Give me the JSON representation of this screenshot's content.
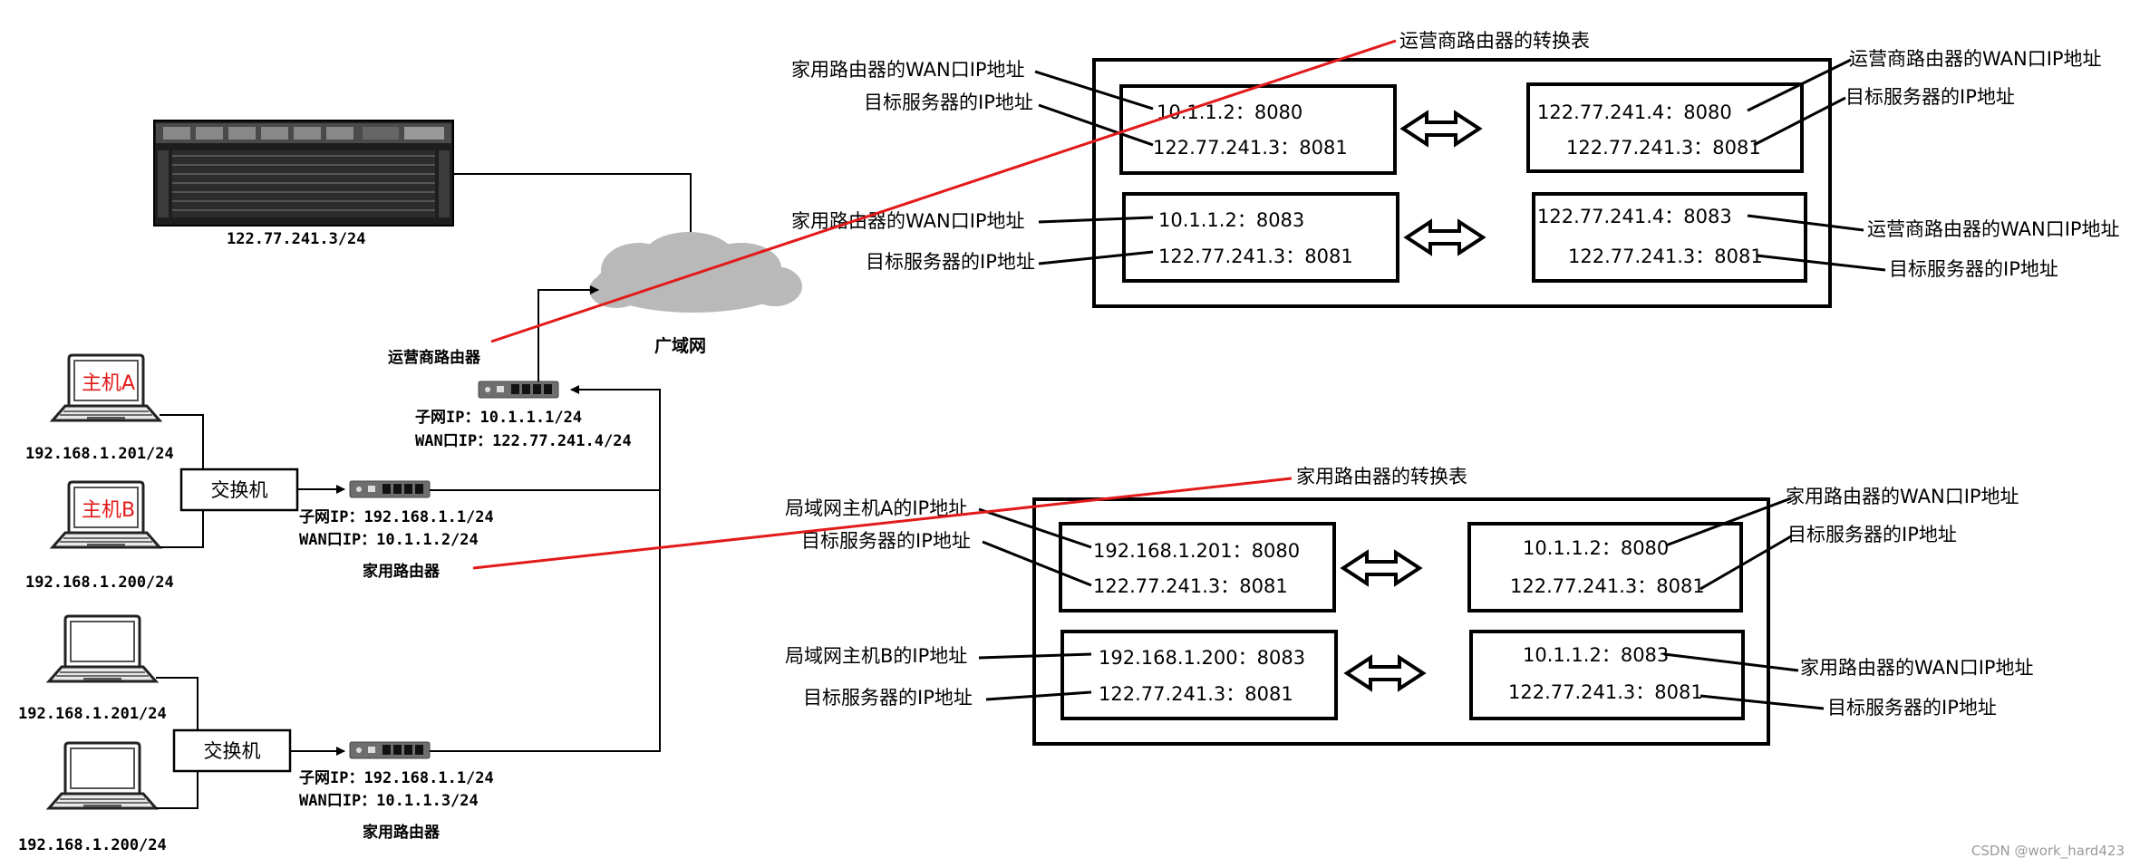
{
  "colors": {
    "accent_line": "#e21a1a",
    "host_label": "#e21a1a",
    "cloud": "#b9b9b9",
    "device": "#6e6e6e"
  },
  "server": {
    "ip": "122.77.241.3/24"
  },
  "wan": {
    "label": "广域网"
  },
  "isp_router": {
    "label": "运营商路由器",
    "subnet_ip": "子网IP：10.1.1.1/24",
    "wan_ip": "WAN口IP：122.77.241.4/24"
  },
  "home_router_1": {
    "label": "家用路由器",
    "subnet_ip": "子网IP：192.168.1.1/24",
    "wan_ip": "WAN口IP：10.1.1.2/24"
  },
  "home_router_2": {
    "label": "家用路由器",
    "subnet_ip": "子网IP：192.168.1.1/24",
    "wan_ip": "WAN口IP：10.1.1.3/24"
  },
  "switch_1": {
    "label": "交换机"
  },
  "switch_2": {
    "label": "交换机"
  },
  "hosts": [
    {
      "name": "主机A",
      "ip": "192.168.1.201/24"
    },
    {
      "name": "主机B",
      "ip": "192.168.1.200/24"
    },
    {
      "name": "",
      "ip": "192.168.1.201/24"
    },
    {
      "name": "",
      "ip": "192.168.1.200/24"
    }
  ],
  "isp_table": {
    "title": "运营商路由器的转换表",
    "rows": [
      {
        "left": [
          "10.1.1.2：8080",
          "122.77.241.3：8081"
        ],
        "right": [
          "122.77.241.4：8080",
          "122.77.241.3：8081"
        ],
        "left_notes": [
          "家用路由器的WAN口IP地址",
          "目标服务器的IP地址"
        ],
        "right_notes": [
          "运营商路由器的WAN口IP地址",
          "目标服务器的IP地址"
        ]
      },
      {
        "left": [
          "10.1.1.2：8083",
          "122.77.241.3：8081"
        ],
        "right": [
          "122.77.241.4：8083",
          "122.77.241.3：8081"
        ],
        "left_notes": [
          "家用路由器的WAN口IP地址",
          "目标服务器的IP地址"
        ],
        "right_notes": [
          "运营商路由器的WAN口IP地址",
          "目标服务器的IP地址"
        ]
      }
    ]
  },
  "home_table": {
    "title": "家用路由器的转换表",
    "rows": [
      {
        "left": [
          "192.168.1.201：8080",
          "122.77.241.3：8081"
        ],
        "right": [
          "10.1.1.2：8080",
          "122.77.241.3：8081"
        ],
        "left_notes": [
          "局域网主机A的IP地址",
          "目标服务器的IP地址"
        ],
        "right_notes": [
          "家用路由器的WAN口IP地址",
          "目标服务器的IP地址"
        ]
      },
      {
        "left": [
          "192.168.1.200：8083",
          "122.77.241.3：8081"
        ],
        "right": [
          "10.1.1.2：8083",
          "122.77.241.3：8081"
        ],
        "left_notes": [
          "局域网主机B的IP地址",
          "目标服务器的IP地址"
        ],
        "right_notes": [
          "家用路由器的WAN口IP地址",
          "目标服务器的IP地址"
        ]
      }
    ]
  },
  "watermark": "CSDN @work_hard423"
}
